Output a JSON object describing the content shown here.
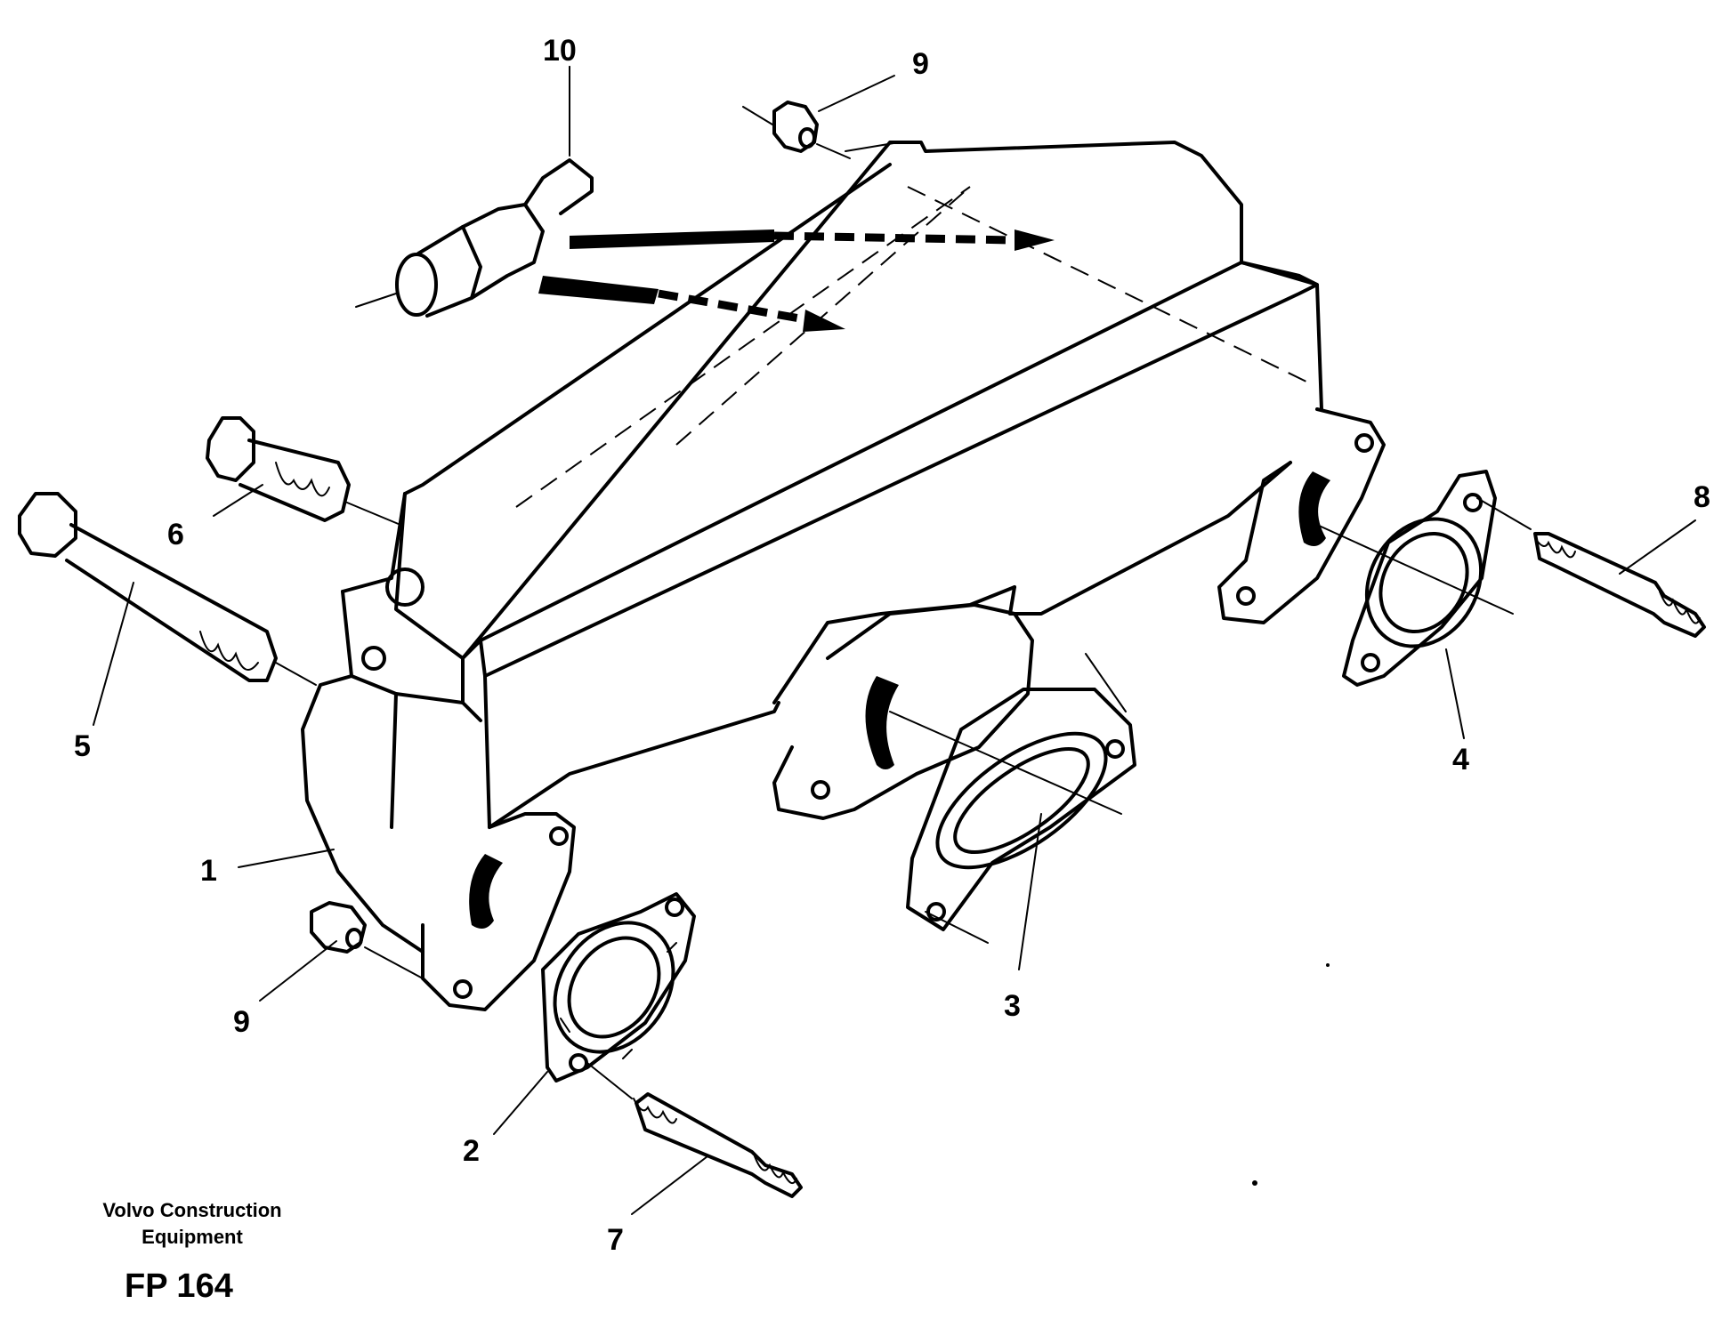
{
  "publisher": {
    "line1": "Volvo Construction",
    "line2": "Equipment"
  },
  "figure_number": "FP 164",
  "callouts": [
    {
      "id": "10",
      "label": "10"
    },
    {
      "id": "9a",
      "label": "9"
    },
    {
      "id": "6",
      "label": "6"
    },
    {
      "id": "5",
      "label": "5"
    },
    {
      "id": "1",
      "label": "1"
    },
    {
      "id": "9b",
      "label": "9"
    },
    {
      "id": "2",
      "label": "2"
    },
    {
      "id": "7",
      "label": "7"
    },
    {
      "id": "3",
      "label": "3"
    },
    {
      "id": "4",
      "label": "4"
    },
    {
      "id": "8",
      "label": "8"
    }
  ]
}
